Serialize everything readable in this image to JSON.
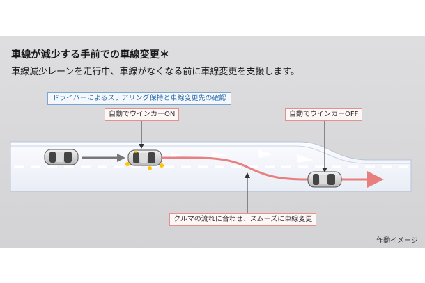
{
  "title": "車線が減少する手前での車線変更＊",
  "subtitle": "車線減少レーンを走行中、車線がなくなる前に車線変更を支援します。",
  "labels": {
    "driver_check": "ドライバーによるステアリング保持と車線変更先の確認",
    "blinker_on": "自動でウインカーON",
    "blinker_off": "自動でウインカーOFF",
    "lane_change": "クルマの流れに合わせ、スムーズに車線変更"
  },
  "caption": "作動イメージ",
  "colors": {
    "panel": "#d6d6d9",
    "road": "#f4f6fb",
    "path": "#e87373",
    "blue_border": "#7aa6d6",
    "red_border": "#e29090",
    "blinker": "#ffc400"
  }
}
